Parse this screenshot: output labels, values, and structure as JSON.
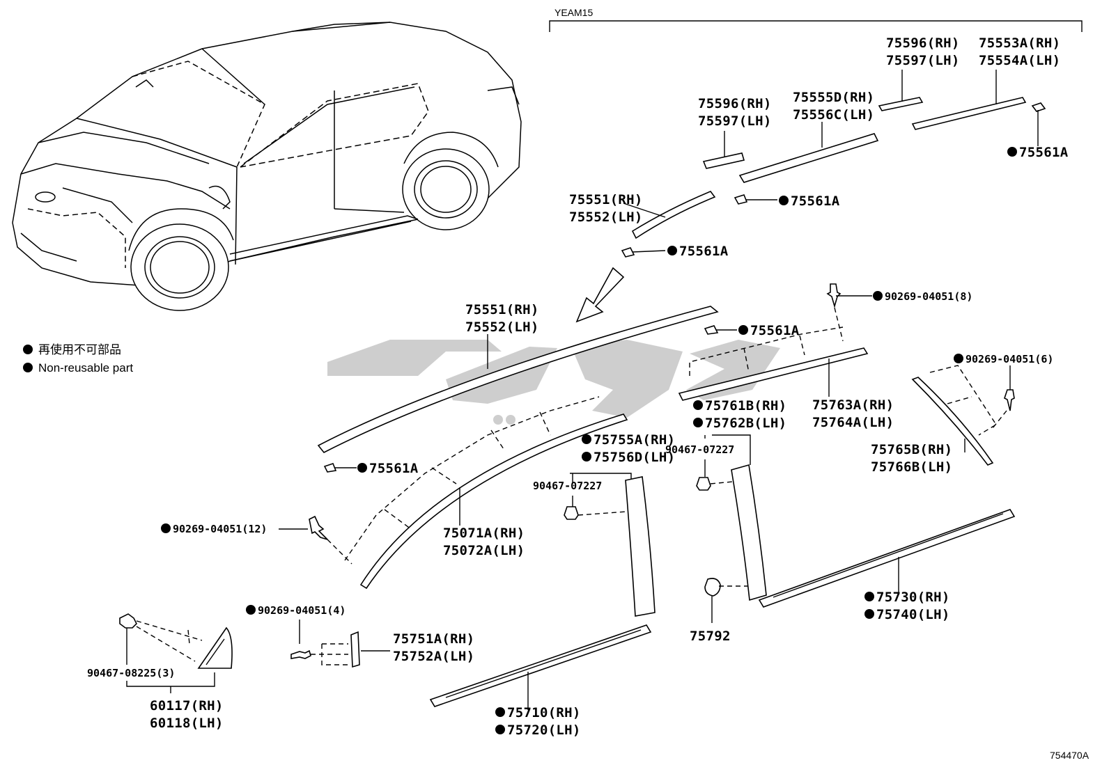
{
  "header": {
    "code": "YEAM15"
  },
  "figure_id": "754470A",
  "legend": {
    "line1": "再使用不可部品",
    "line2": "Non-reusable part"
  },
  "labels": {
    "p75596_rh_top": "75596(RH)",
    "p75597_lh_top": "75597(LH)",
    "p75553a_rh": "75553A(RH)",
    "p75554a_lh": "75554A(LH)",
    "p75596_rh": "75596(RH)",
    "p75597_lh": "75597(LH)",
    "p75555d_rh": "75555D(RH)",
    "p75556c_lh": "75556C(LH)",
    "c75561a_1": "75561A",
    "c75561a_2": "75561A",
    "p75551_rh_a": "75551(RH)",
    "p75552_lh_a": "75552(LH)",
    "c75561a_3": "75561A",
    "c90269_8": "90269-04051(8)",
    "p75551_rh_b": "75551(RH)",
    "p75552_lh_b": "75552(LH)",
    "c75561a_4": "75561A",
    "c90269_6": "90269-04051(6)",
    "p75761b_rh": "75761B(RH)",
    "p75762b_lh": "75762B(LH)",
    "p75763a_rh": "75763A(RH)",
    "p75764a_lh": "75764A(LH)",
    "c75561a_5": "75561A",
    "p75755a_rh": "75755A(RH)",
    "p75756d_lh": "75756D(LH)",
    "c90467_07227_a": "90467-07227",
    "c90467_07227_b": "90467-07227",
    "p75765b_rh": "75765B(RH)",
    "p75766b_lh": "75766B(LH)",
    "c90269_12": "90269-04051(12)",
    "p75071a_rh": "75071A(RH)",
    "p75072a_lh": "75072A(LH)",
    "p75730_rh": "75730(RH)",
    "p75740_lh": "75740(LH)",
    "c90269_4": "90269-04051(4)",
    "p75792": "75792",
    "p75751a_rh": "75751A(RH)",
    "p75752a_lh": "75752A(LH)",
    "c90467_08225": "90467-08225(3)",
    "p60117_rh": "60117(RH)",
    "p60118_lh": "60118(LH)",
    "p75710_rh": "75710(RH)",
    "p75720_lh": "75720(LH)"
  }
}
